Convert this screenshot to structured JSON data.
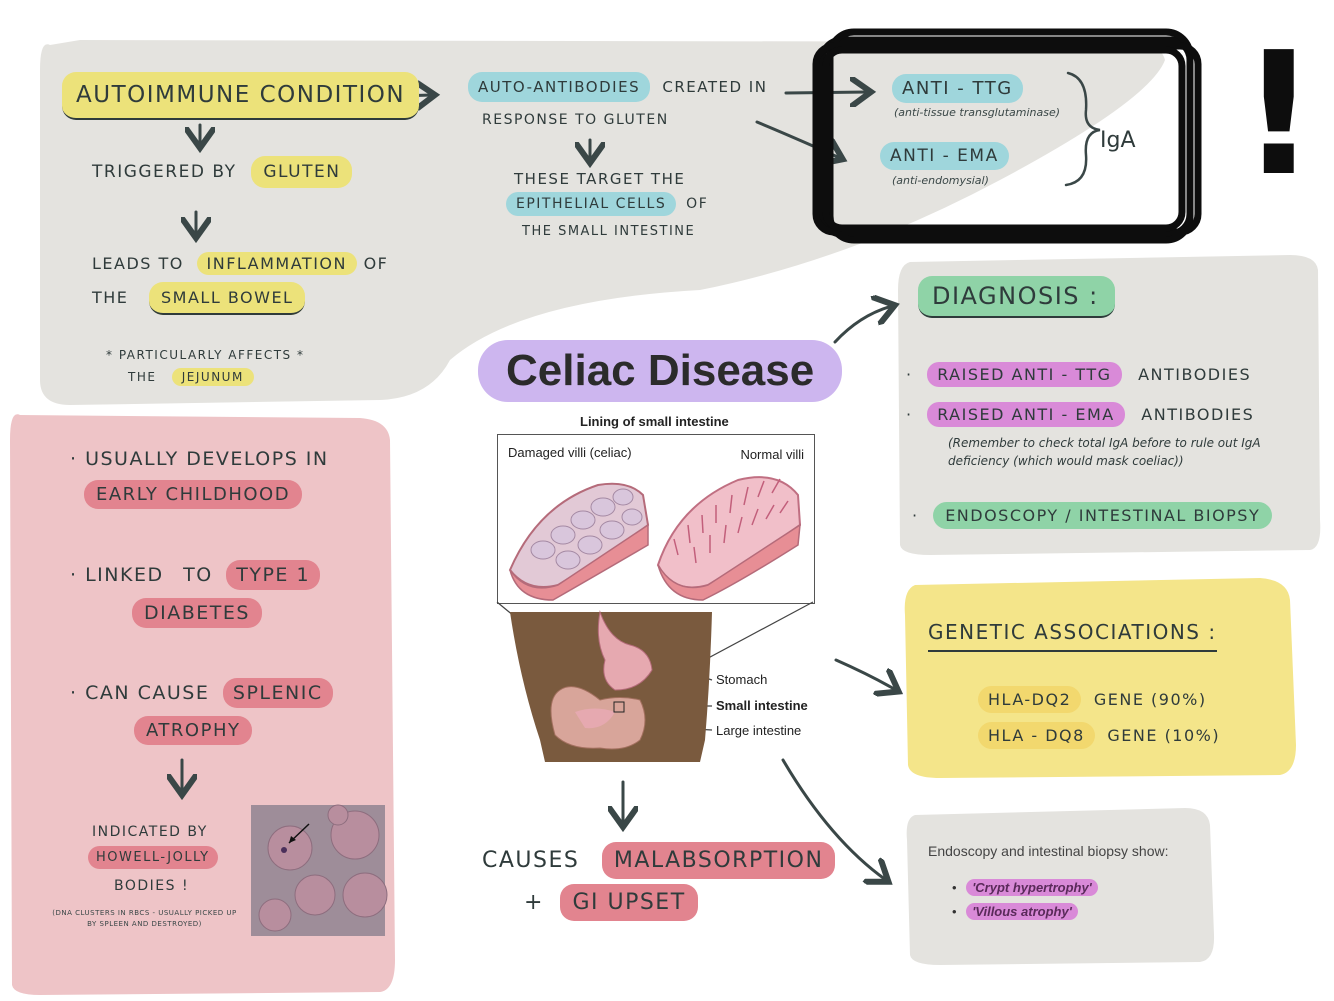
{
  "title": "Celiac Disease",
  "autoimmune": {
    "heading": "Autoimmune Condition",
    "triggered_prefix": "Triggered by",
    "triggered_hl": "Gluten",
    "leads_prefix": "Leads to",
    "leads_hl": "Inflammation",
    "leads_suffix": "of",
    "the_word": "the",
    "small_bowel": "Small bowel",
    "affects_line1": "* Particularly affects *",
    "affects_the": "the",
    "jejunum": "Jejunum"
  },
  "antibodies": {
    "hl": "Auto-antibodies",
    "line1_rest": "created in",
    "line2": "response to gluten",
    "target_line1": "These target the",
    "target_hl": "Epithelial cells",
    "target_of": "of",
    "target_line3": "the small intestine"
  },
  "box": {
    "ttg": "Anti - TTG",
    "ttg_sub": "(anti-tissue transglutaminase)",
    "ema": "Anti - EMA",
    "ema_sub": "(anti-endomysial)",
    "iga": "IgA",
    "exclaim": "!"
  },
  "figure": {
    "caption": "Lining of small intestine",
    "damaged": "Damaged villi (celiac)",
    "normal": "Normal villi",
    "stomach": "Stomach",
    "small_intestine": "Small intestine",
    "large_intestine": "Large intestine"
  },
  "causes": {
    "word": "Causes",
    "malabsorption": "Malabsorption",
    "plus": "+",
    "gi_upset": "GI upset"
  },
  "pink_panel": {
    "item1_a": "· Usually develops in",
    "item1_hl": "Early childhood",
    "item2_a": "· Linked",
    "item2_to": "to",
    "item2_hl": "Type 1",
    "item2_hl2": "Diabetes",
    "item3_a": "· Can cause",
    "item3_hl": "Splenic",
    "item3_hl2": "Atrophy",
    "indicated": "Indicated by",
    "howell": "Howell-Jolly",
    "bodies": "Bodies !",
    "note": "(DNA clusters in RBCs - usually picked up by spleen and destroyed)"
  },
  "diagnosis": {
    "heading": "Diagnosis :",
    "raised1": "Raised anti - TTG",
    "antibodies1": "antibodies",
    "raised2": "Raised anti - EMA",
    "antibodies2": "antibodies",
    "remember": "(Remember to check total IgA before to rule out IgA deficiency (which would mask coeliac))",
    "endoscopy": "Endoscopy / Intestinal biopsy"
  },
  "genetic": {
    "heading": "Genetic associations :",
    "dq2": "HLA-DQ2",
    "dq2_rest": "gene (90%)",
    "dq8": "HLA - DQ8",
    "dq8_rest": "gene (10%)"
  },
  "endo": {
    "heading": "Endoscopy and intestinal biopsy show:",
    "item1": "'Crypt hypertrophy'",
    "item2": "'Villous atrophy'"
  }
}
